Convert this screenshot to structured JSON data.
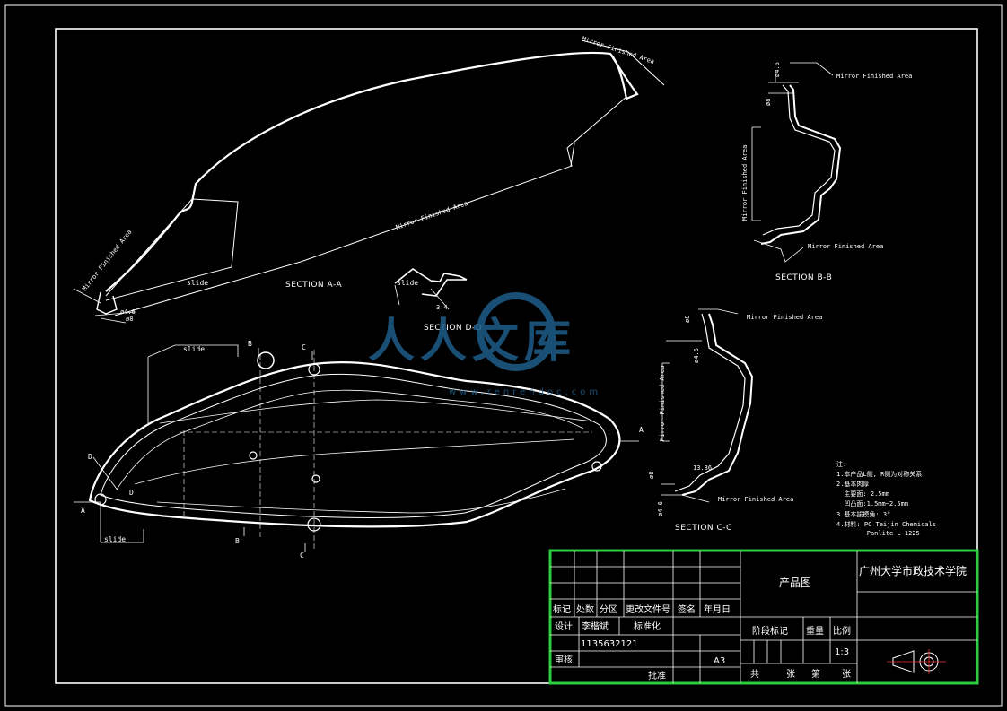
{
  "drawing": {
    "sections": {
      "aa": "SECTION A-A",
      "bb": "SECTION B-B",
      "cc": "SECTION C-C",
      "dd": "SECTION D-D"
    },
    "annotations": {
      "mirror": "Mirror Finished Area",
      "slide": "slide",
      "dim_4_6": "ø4.6",
      "dim_8": "ø8",
      "dim_3_4": "3.4",
      "dim_13_36": "13.36"
    },
    "markers": [
      "A",
      "A",
      "B",
      "B",
      "C",
      "C",
      "D",
      "D"
    ],
    "notes": [
      "注:",
      "1.本产品L侧, R侧为对称关系",
      "2.基本肉厚",
      "  主要面: 2.5mm",
      "  凹凸面:1.5mm~2.5mm",
      "3.基本拔模角: 3°",
      "4.材料: PC Teijin Chemicals",
      "        Panlite L-1225"
    ]
  },
  "watermark": {
    "text": "人人文库",
    "url": "www.renrendoc.com"
  },
  "title_block": {
    "drawing_name": "产品图",
    "school": "广州大学市政技术学院",
    "headers": {
      "mark": "标记",
      "count": "处数",
      "zone": "分区",
      "change_doc": "更改文件号",
      "sign": "签名",
      "date": "年月日",
      "design": "设计",
      "designer": "李楷斌",
      "standardize": "标准化",
      "student_id": "1135632121",
      "review": "审核",
      "approve": "批准",
      "stage_mark": "阶段标记",
      "weight": "重量",
      "scale": "比例",
      "scale_value": "1:3",
      "paper": "A3",
      "total": "共",
      "sheets": "张",
      "sheet_no": "第"
    }
  }
}
